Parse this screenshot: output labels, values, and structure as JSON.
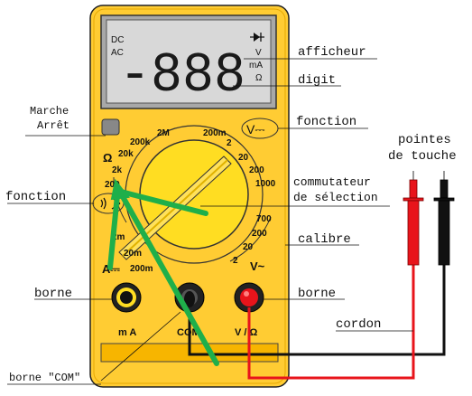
{
  "display": {
    "dc": "DC",
    "ac": "AC",
    "digits": "-888",
    "unit_v": "V",
    "unit_ma": "mA",
    "unit_ohm": "Ω"
  },
  "dial": {
    "ohm_symbol": "Ω",
    "r_2M": "2M",
    "r_200k": "200k",
    "r_20k": "20k",
    "r_2k": "2k",
    "r_200": "200",
    "v_200m": "200m",
    "v_2": "2",
    "v_20": "20",
    "v_200": "200",
    "v_1000": "1000",
    "a_20m": "20m",
    "a_200m": "200m",
    "a_2m": "2m",
    "acv_700": "700",
    "acv_200": "200",
    "acv_20": "20",
    "acv_2": "2",
    "a_dc_symbol": "A⎓",
    "v_ac_symbol": "V~",
    "v_dc_symbol": "V⎓"
  },
  "terminals": {
    "ma_label": "m A",
    "com_label": "COM",
    "vohm_label": "V / Ω"
  },
  "annotations": {
    "afficheur": "afficheur",
    "digit": "digit",
    "marche_arret_line1": "Marche",
    "marche_arret_line2": "Arrêt",
    "fonction_right": "fonction",
    "fonction_left": "fonction",
    "commutateur_line1": "commutateur",
    "commutateur_line2": "de sélection",
    "calibre": "calibre",
    "borne_left": "borne",
    "borne_right": "borne",
    "cordon": "cordon",
    "borne_com": "borne \"COM\"",
    "pointes_line1": "pointes",
    "pointes_line2": "de touche"
  },
  "colors": {
    "body": "#FFCC33",
    "display_bg": "#D8D8D8",
    "lead_red": "#E8141B",
    "lead_black": "#111111",
    "arrow_green": "#1FAF4A",
    "dial_yellow": "#FFDD22"
  }
}
